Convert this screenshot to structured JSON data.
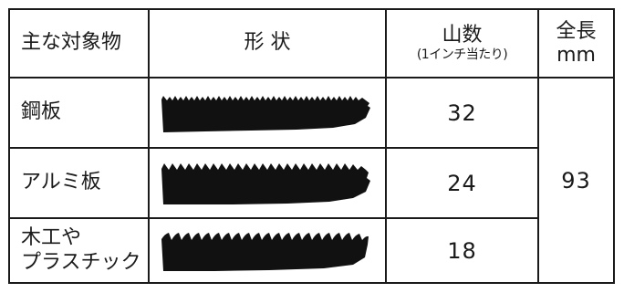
{
  "table": {
    "headers": {
      "target": "主な対象物",
      "shape": "形 状",
      "teeth_main": "山数",
      "teeth_sub": "(1インチ当たり)",
      "length_main": "全長",
      "length_unit": "mm"
    },
    "rows": [
      {
        "target": "鋼板",
        "teeth": "32",
        "blade_icon": "fine-tooth-blade-icon"
      },
      {
        "target": "アルミ板",
        "teeth": "24",
        "blade_icon": "medium-tooth-blade-icon"
      },
      {
        "target_line1": "木工や",
        "target_line2": "プラスチック",
        "teeth": "18",
        "blade_icon": "coarse-tooth-blade-icon"
      }
    ],
    "length_value": "93"
  }
}
